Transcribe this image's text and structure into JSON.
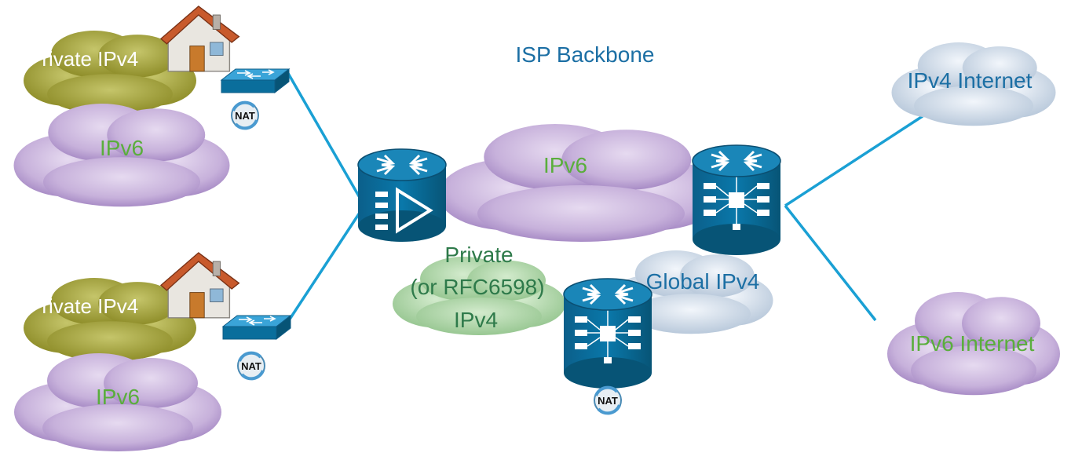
{
  "diagram": {
    "title": "ISP Backbone",
    "customer_sites": [
      {
        "private_label": "Private IPv4",
        "ipv6_label": "IPv6",
        "nat_label": "NAT"
      },
      {
        "private_label": "Private IPv4",
        "ipv6_label": "IPv6",
        "nat_label": "NAT"
      }
    ],
    "backbone": {
      "ipv6_label": "IPv6",
      "private_label_lines": [
        "Private",
        "(or RFC6598)",
        "IPv4"
      ],
      "global_label": "Global IPv4",
      "cgn_nat_label": "NAT"
    },
    "internet": {
      "ipv4_label": "IPv4 Internet",
      "ipv6_label": "IPv6 Internet"
    },
    "colors": {
      "label_green": "#5aae3c",
      "label_blue": "#1c6fa4",
      "link_line": "#1aa0d4",
      "device_blue": "#0a6e9c",
      "cloud_purple": "#c9b4dc",
      "cloud_olive": "#a7a63e",
      "cloud_green": "#b7dcb0",
      "cloud_lightblue": "#d8e4ef"
    }
  }
}
